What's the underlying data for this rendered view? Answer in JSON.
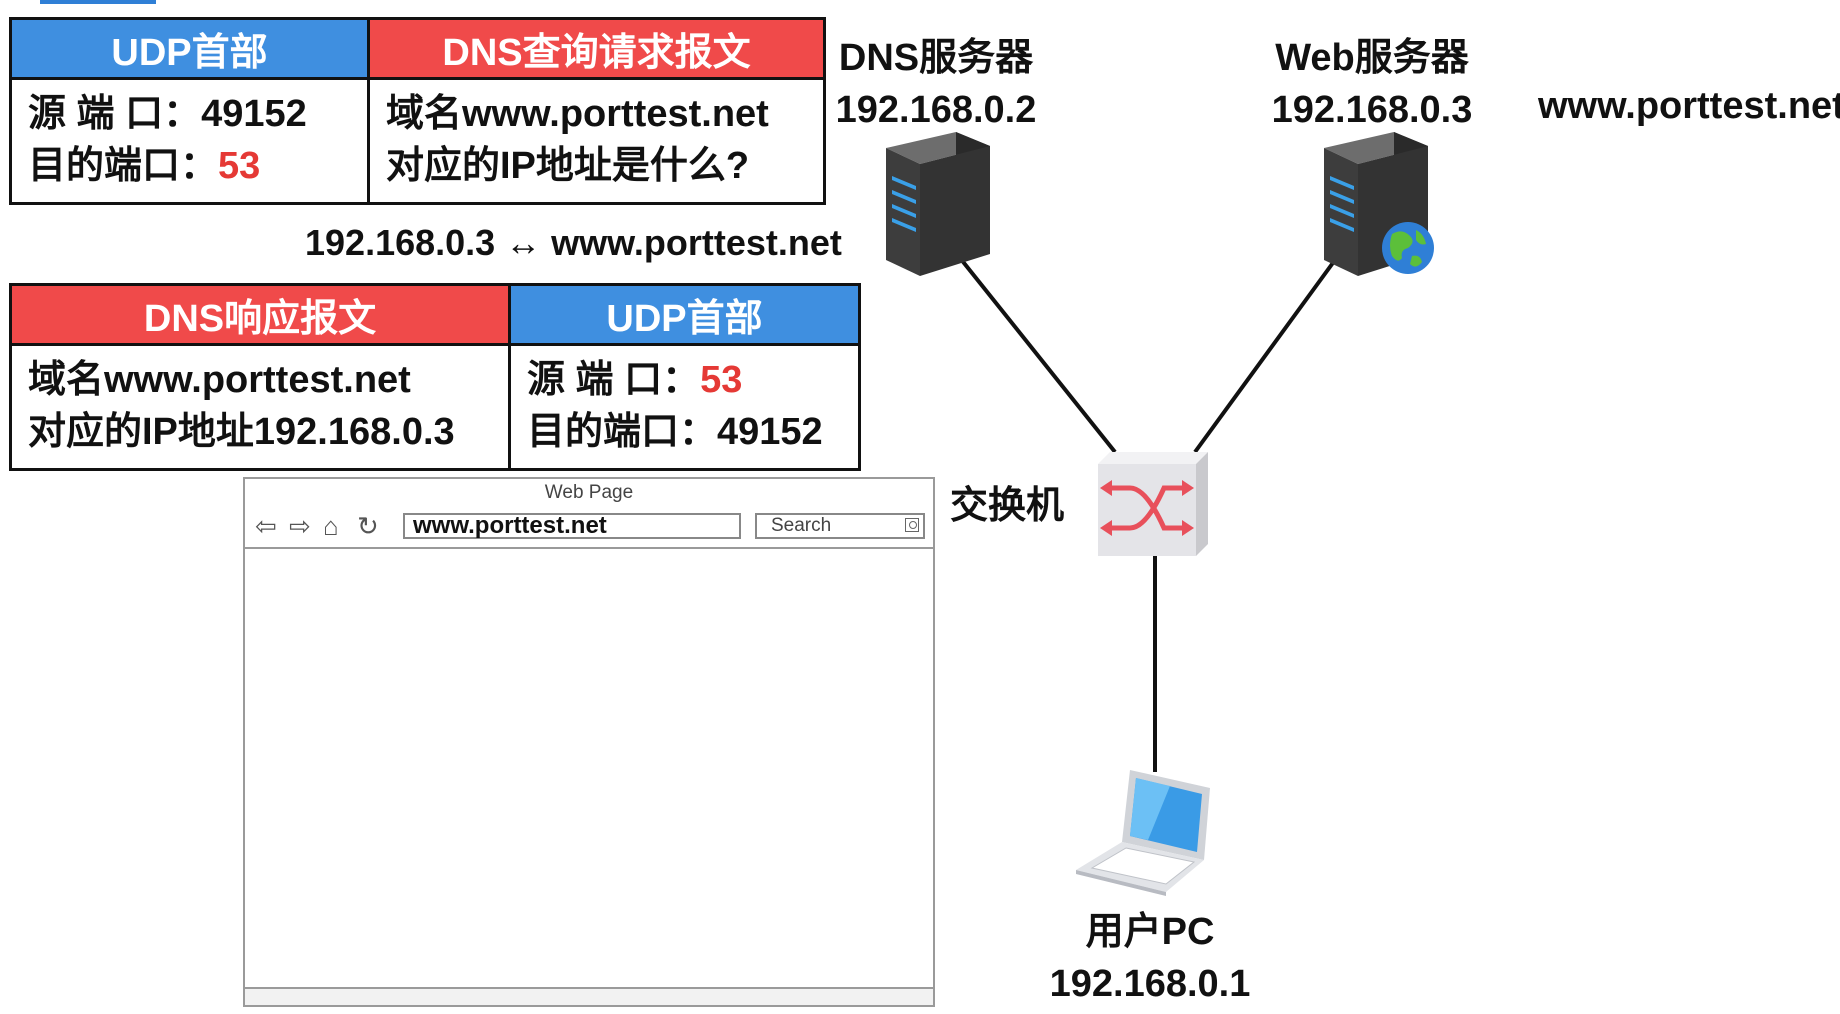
{
  "query_packet": {
    "udp_header": {
      "title": "UDP首部",
      "src_label": "源 端 口：",
      "src_port": "49152",
      "dst_label": "目的端口：",
      "dst_port": "53"
    },
    "dns_query": {
      "title": "DNS查询请求报文",
      "line1": "域名www.porttest.net",
      "line2": "对应的IP地址是什么?"
    }
  },
  "mapping": "192.168.0.3 ↔ www.porttest.net",
  "response_packet": {
    "dns_response": {
      "title": "DNS响应报文",
      "line1": "域名www.porttest.net",
      "line2": "对应的IP地址192.168.0.3"
    },
    "udp_header": {
      "title": "UDP首部",
      "src_label": "源 端 口：",
      "src_port": "53",
      "dst_label": "目的端口：",
      "dst_port": "49152"
    }
  },
  "dns_server": {
    "name": "DNS服务器",
    "ip": "192.168.0.2"
  },
  "web_server": {
    "name": "Web服务器",
    "ip": "192.168.0.3",
    "domain": "www.porttest.net"
  },
  "switch": {
    "name": "交换机"
  },
  "user_pc": {
    "name": "用户PC",
    "ip": "192.168.0.1"
  },
  "browser": {
    "title": "Web Page",
    "url": "www.porttest.net",
    "search_placeholder": "Search"
  },
  "colors": {
    "udp_blue": "#3f8fe0",
    "dns_red": "#f04a4a",
    "highlight_red": "#e53935"
  }
}
